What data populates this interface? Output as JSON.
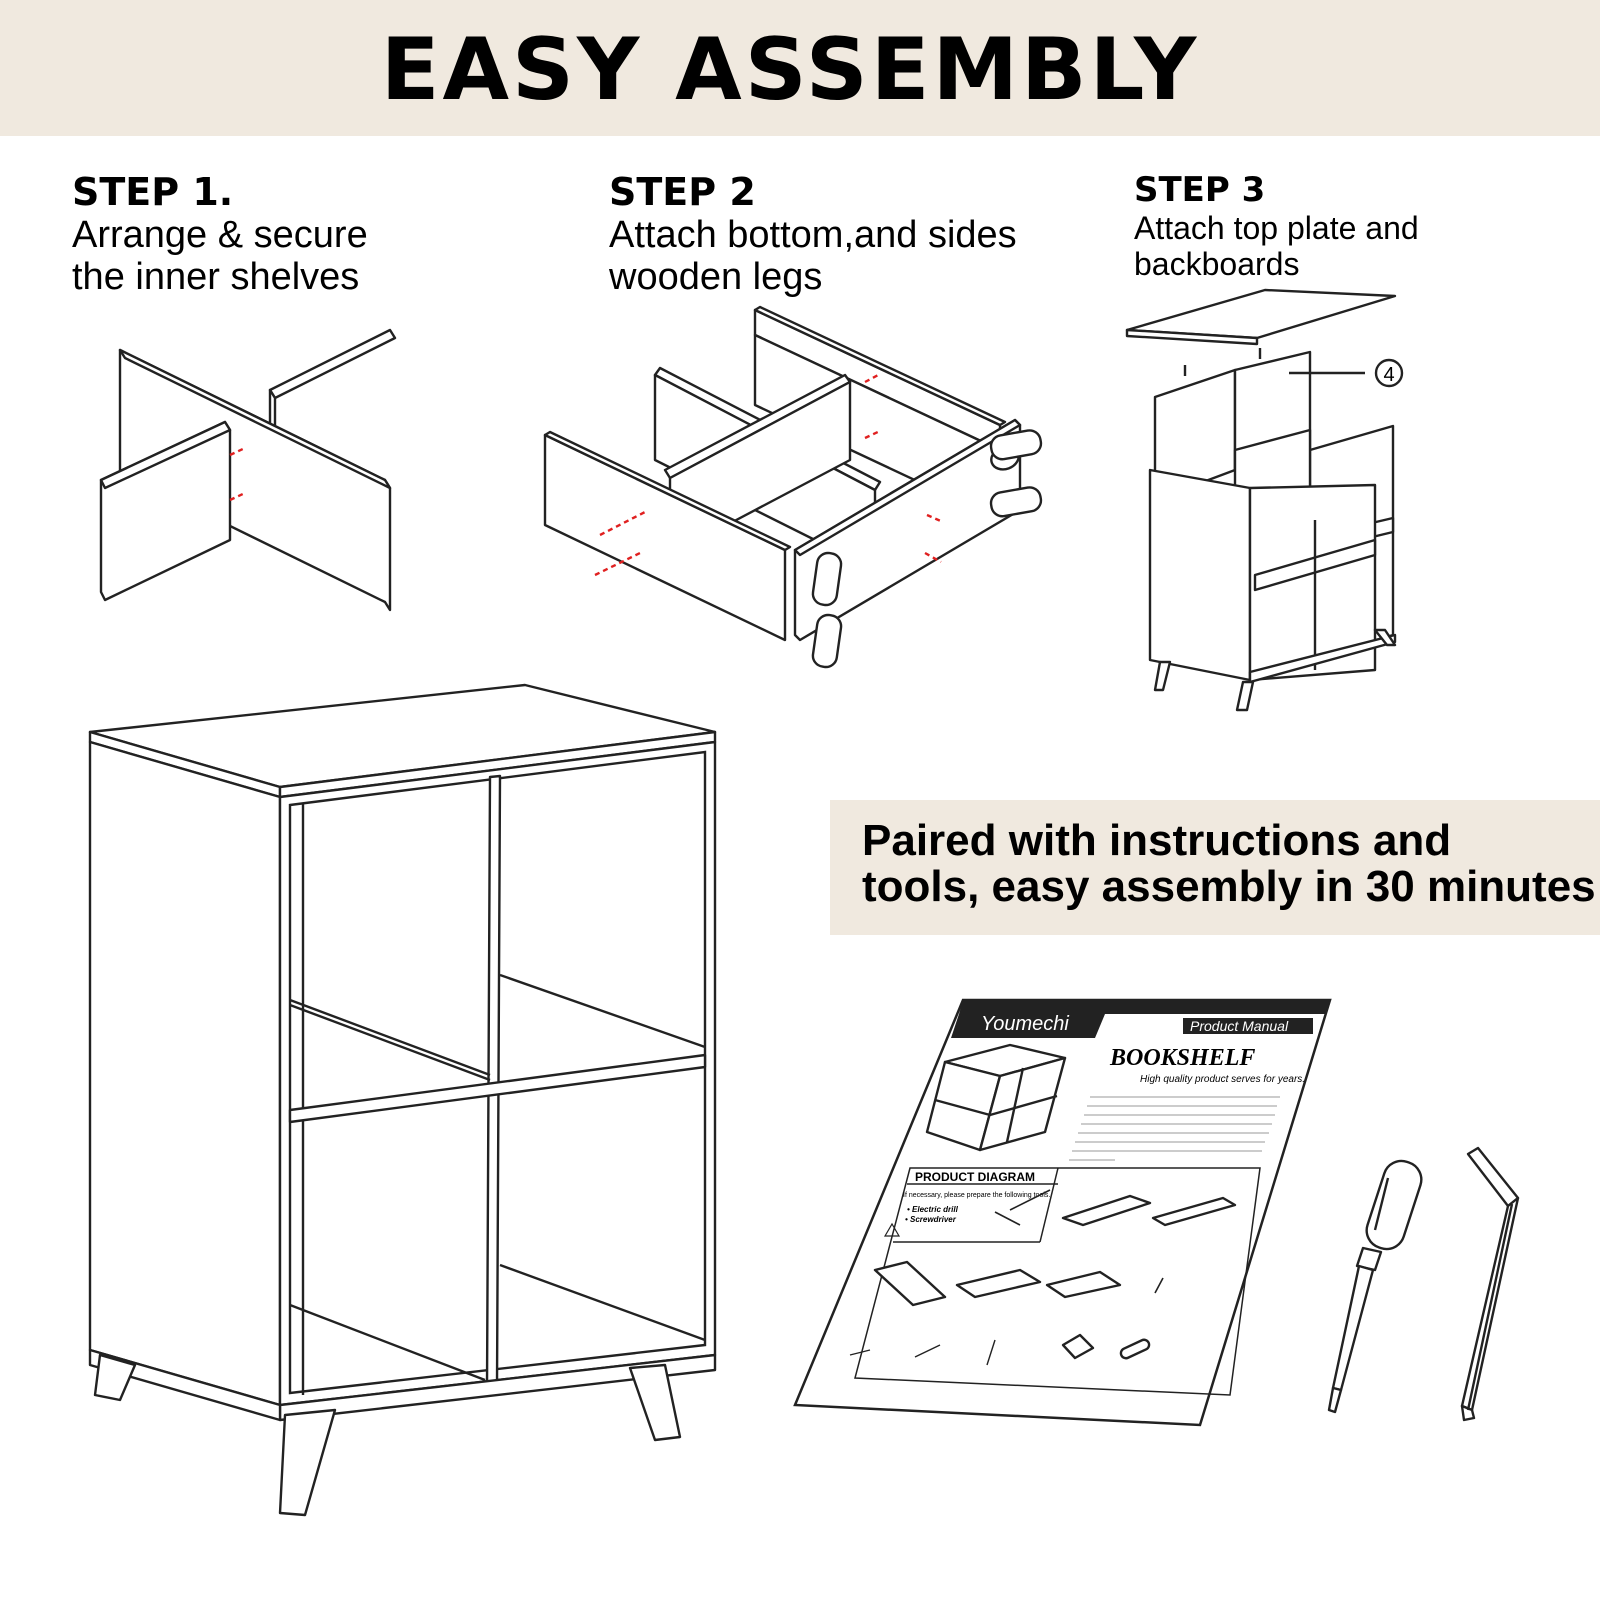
{
  "header": {
    "title": "EASY ASSEMBLY"
  },
  "steps": [
    {
      "title": "STEP 1.",
      "description": "Arrange & secure\nthe inner shelves"
    },
    {
      "title": "STEP 2",
      "description": "Attach bottom,and sides\n wooden legs"
    },
    {
      "title": "STEP 3",
      "description": "Attach top plate and\nbackboards"
    }
  ],
  "step3_callout_number": "4",
  "callout": {
    "text": "Paired with instructions and\ntools, easy assembly in 30 minutes"
  },
  "manual": {
    "brand": "Youmechi",
    "badge": "Product Manual",
    "product": "BOOKSHELF",
    "tagline": "High quality product serves for years.",
    "section": "PRODUCT DIAGRAM",
    "tools_intro": "If necessary, please prepare the following tools.",
    "tool_1": "• Electric drill",
    "tool_2": "• Screwdriver"
  },
  "colors": {
    "band": "#f0e9df",
    "marker": "#e02020",
    "ink": "#222222"
  },
  "icons": [
    "screwdriver-icon",
    "hex-key-icon",
    "warning-icon"
  ]
}
